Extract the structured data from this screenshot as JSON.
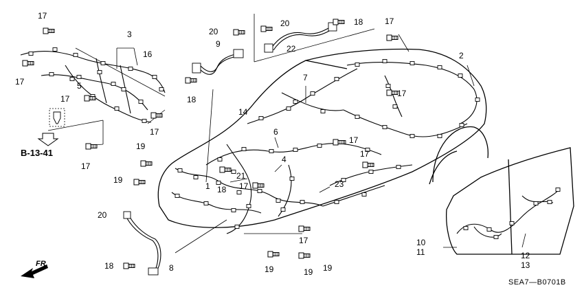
{
  "callouts": {
    "c1": "1",
    "c2": "2",
    "c3": "3",
    "c4": "4",
    "c5": "5",
    "c6": "6",
    "c7": "7",
    "c8": "8",
    "c9": "9",
    "c10": "10",
    "c11": "11",
    "c12": "12",
    "c13": "13",
    "c14": "14",
    "c16": "16",
    "c17": "17",
    "c18": "18",
    "c19": "19",
    "c20": "20",
    "c21": "21",
    "c22": "22",
    "c23": "23"
  },
  "reference": "B-13-41",
  "direction": "FR.",
  "diagram_code": "SEA7—B0701B"
}
